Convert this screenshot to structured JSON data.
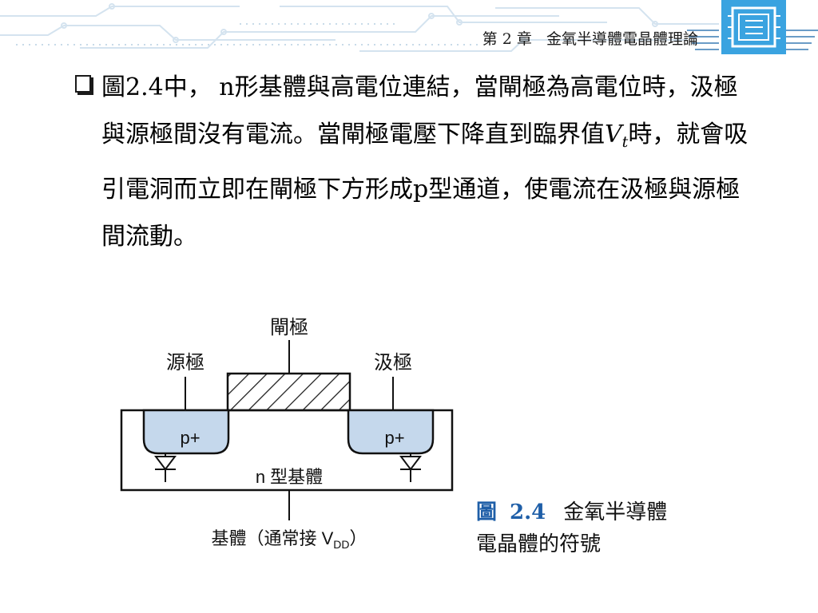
{
  "header": {
    "chapter_prefix": "第",
    "chapter_number": "2",
    "chapter_suffix": "章",
    "chapter_title": "金氧半導體電晶體理論"
  },
  "bullet": {
    "part1": "圖2.4中，",
    "part2": "n形基體與高電位連結，當閘極為高電位時，汲極與源極間沒有電流。當閘極電壓下降直到臨界值",
    "var_main": "V",
    "var_sub": "t",
    "part3": "時，就會吸引電洞而立即在閘極下方形成p型通道，使電流在汲極與源極間流動。"
  },
  "figure": {
    "gate_label": "閘極",
    "source_label": "源極",
    "drain_label": "汲極",
    "left_region_label": "p+",
    "right_region_label": "p+",
    "body_label": "n 型基體",
    "bulk_label_prefix": "基體（通常接 V",
    "bulk_label_sub": "DD",
    "bulk_label_suffix": "）"
  },
  "caption": {
    "label": "圖",
    "number": "2.4",
    "text_line1": "金氧半導體",
    "text_line2": "電晶體的符號"
  },
  "colors": {
    "pregion_fill": "#c5d8ec",
    "accent_blue": "#1f5fa8",
    "logo_blue": "#3aa3e0"
  }
}
